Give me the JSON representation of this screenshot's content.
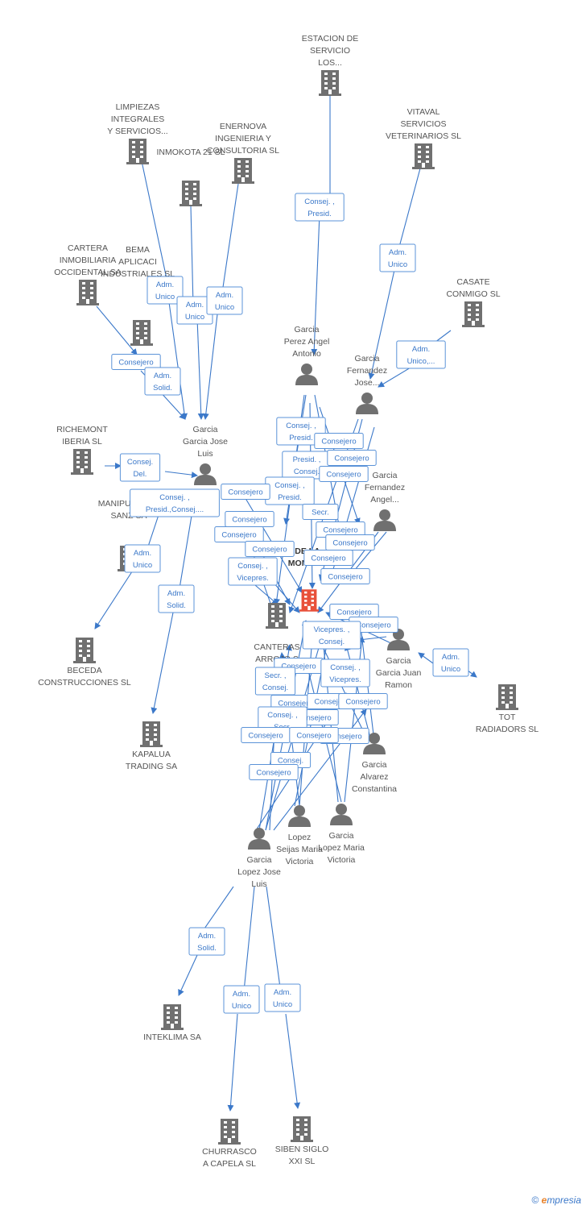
{
  "colors": {
    "edge": "#3b78c9",
    "building": "#707070",
    "person": "#707070",
    "center": "#e8503a",
    "label": "#555555"
  },
  "center": {
    "label_lines": [
      "DE LA",
      "MONTE D"
    ]
  },
  "companies": [
    {
      "id": "estacion",
      "lines": [
        "ESTACION DE",
        "SERVICIO",
        "LOS..."
      ]
    },
    {
      "id": "limpiezas",
      "lines": [
        "LIMPIEZAS",
        "INTEGRALES",
        "Y SERVICIOS..."
      ]
    },
    {
      "id": "enernova",
      "lines": [
        "ENERNOVA",
        "INGENIERIA Y",
        "CONSULTORIA SL"
      ]
    },
    {
      "id": "vitaval",
      "lines": [
        "VITAVAL",
        "SERVICIOS",
        "VETERINARIOS SL"
      ]
    },
    {
      "id": "inmokota",
      "lines": [
        "INMOKOTA 21 SL"
      ]
    },
    {
      "id": "cartera",
      "lines": [
        "CARTERA",
        "INMOBILIARIA",
        "OCCIDENTAL SA"
      ]
    },
    {
      "id": "bema",
      "lines": [
        "BEMA",
        "APLICACI",
        "INDUSTRIALES SL"
      ]
    },
    {
      "id": "casate",
      "lines": [
        "CASATE",
        "CONMIGO SL"
      ]
    },
    {
      "id": "richemont",
      "lines": [
        "RICHEMONT",
        "IBERIA SL"
      ]
    },
    {
      "id": "manipulados",
      "lines": [
        "MANIPULADOS",
        "SANZ SA"
      ]
    },
    {
      "id": "canteras",
      "lines": [
        "CANTERAS",
        "ARROJO S"
      ]
    },
    {
      "id": "beceda",
      "lines": [
        "BECEDA",
        "CONSTRUCCIONES SL"
      ]
    },
    {
      "id": "kapalua",
      "lines": [
        "KAPALUA",
        "TRADING SA"
      ]
    },
    {
      "id": "tot",
      "lines": [
        "TOT",
        "RADIADORS SL"
      ]
    },
    {
      "id": "inteklima",
      "lines": [
        "INTEKLIMA SA"
      ]
    },
    {
      "id": "churrasco",
      "lines": [
        "CHURRASCO",
        "A CAPELA SL"
      ]
    },
    {
      "id": "siben",
      "lines": [
        "SIBEN SIGLO",
        "XXI SL"
      ]
    }
  ],
  "persons": [
    {
      "id": "p_perez",
      "lines": [
        "Garcia",
        "Perez Angel",
        "Antonio"
      ]
    },
    {
      "id": "p_fernandez_jose",
      "lines": [
        "Garcia",
        "Fernandez",
        "Jose..."
      ]
    },
    {
      "id": "p_garcia_jose_luis",
      "lines": [
        "Garcia",
        "Garcia Jose",
        "Luis"
      ]
    },
    {
      "id": "p_fernandez_angel",
      "lines": [
        "Garcia",
        "Fernandez",
        "Angel..."
      ]
    },
    {
      "id": "p_juan_ramon",
      "lines": [
        "Garcia",
        "Garcia Juan",
        "Ramon"
      ]
    },
    {
      "id": "p_constantina",
      "lines": [
        "Garcia",
        "Alvarez",
        "Constantina"
      ]
    },
    {
      "id": "p_seijas",
      "lines": [
        "Lopez",
        "Seijas Maria",
        "Victoria"
      ]
    },
    {
      "id": "p_lopez_maria",
      "lines": [
        "Garcia",
        "Lopez Maria",
        "Victoria"
      ]
    },
    {
      "id": "p_lopez_jose_luis",
      "lines": [
        "Garcia",
        "Lopez Jose",
        "Luis"
      ]
    }
  ],
  "edge_labels": [
    {
      "lines": [
        "Consej. ,",
        "Presid."
      ]
    },
    {
      "lines": [
        "Adm.",
        "Unico"
      ]
    },
    {
      "lines": [
        "Adm.",
        "Unico,..."
      ]
    },
    {
      "lines": [
        "Adm.",
        "Unico"
      ]
    },
    {
      "lines": [
        "Adm.",
        "Unico"
      ]
    },
    {
      "lines": [
        "Adm.",
        "Unico"
      ]
    },
    {
      "lines": [
        "Consejero"
      ]
    },
    {
      "lines": [
        "Adm.",
        "Solid."
      ]
    },
    {
      "lines": [
        "Consej.",
        "Del."
      ]
    },
    {
      "lines": [
        "Consej. ,",
        "Presid.,Consej...."
      ]
    },
    {
      "lines": [
        "Adm.",
        "Unico"
      ]
    },
    {
      "lines": [
        "Adm.",
        "Solid."
      ]
    },
    {
      "lines": [
        "Adm.",
        "Unico"
      ]
    },
    {
      "lines": [
        "Adm.",
        "Solid."
      ]
    },
    {
      "lines": [
        "Adm.",
        "Unico"
      ]
    },
    {
      "lines": [
        "Adm.",
        "Unico"
      ]
    },
    {
      "lines": [
        "Consej. ,",
        "Presid."
      ]
    },
    {
      "lines": [
        "Consejero"
      ]
    },
    {
      "lines": [
        "Presid. ,",
        "Consej."
      ]
    },
    {
      "lines": [
        "Consejero"
      ]
    },
    {
      "lines": [
        "Consejero"
      ]
    },
    {
      "lines": [
        "Consej. ,",
        "Presid."
      ]
    },
    {
      "lines": [
        "Consejero"
      ]
    },
    {
      "lines": [
        "Consejero"
      ]
    },
    {
      "lines": [
        "Secr."
      ]
    },
    {
      "lines": [
        "Consejero"
      ]
    },
    {
      "lines": [
        "Consejero"
      ]
    },
    {
      "lines": [
        "Consejero"
      ]
    },
    {
      "lines": [
        "Consejero"
      ]
    },
    {
      "lines": [
        "Consej. ,",
        "Vicepres."
      ]
    },
    {
      "lines": [
        "Consejero"
      ]
    },
    {
      "lines": [
        "Consejero"
      ]
    },
    {
      "lines": [
        "Consejero"
      ]
    },
    {
      "lines": [
        "Consejero"
      ]
    },
    {
      "lines": [
        "Vicepres. ,",
        "Consej."
      ]
    },
    {
      "lines": [
        "Consejero"
      ]
    },
    {
      "lines": [
        "Consejero"
      ]
    },
    {
      "lines": [
        "Consej. ,",
        "Vicepres."
      ]
    },
    {
      "lines": [
        "Secr. ,",
        "Consej."
      ]
    },
    {
      "lines": [
        "Consejero"
      ]
    },
    {
      "lines": [
        "Consej. ,",
        "Secr."
      ]
    },
    {
      "lines": [
        "Consejero"
      ]
    },
    {
      "lines": [
        "Consejero"
      ]
    },
    {
      "lines": [
        "Consej."
      ]
    },
    {
      "lines": [
        "Consejero"
      ]
    },
    {
      "lines": [
        "Consejero"
      ]
    },
    {
      "lines": [
        "Consejero"
      ]
    },
    {
      "lines": [
        "Consejero"
      ]
    }
  ],
  "footer": {
    "copyright": "©",
    "brand_initial": "e",
    "brand_rest": "mpresia"
  }
}
